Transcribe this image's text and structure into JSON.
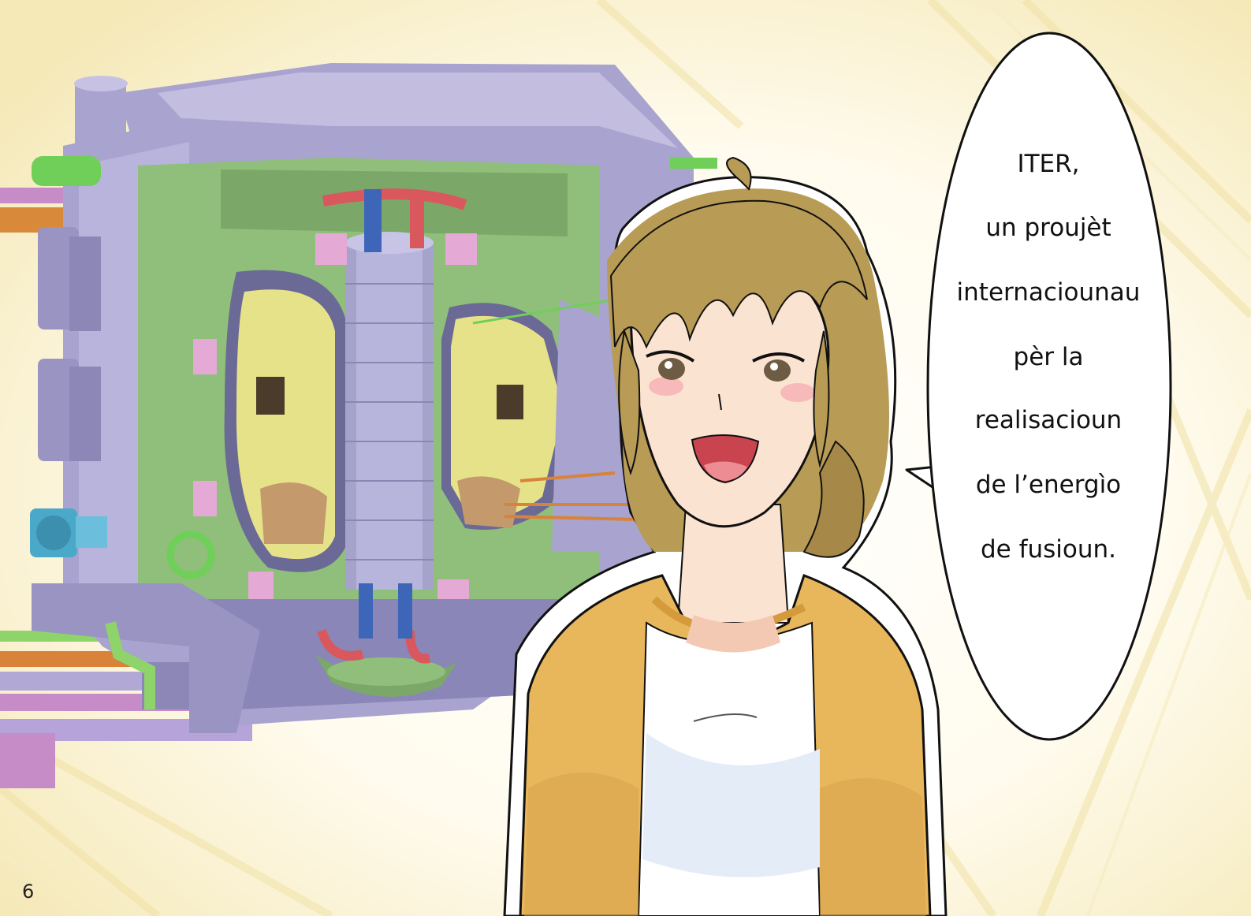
{
  "speech_bubble": {
    "lines": [
      "ITER,",
      "un proujèt",
      "internaciounau",
      "pèr la",
      "realisacioun",
      "de l’energìo",
      "de fusioun."
    ]
  },
  "page_number": "6",
  "colors": {
    "background": "#fbf4dc",
    "machine_lavender": "#a9a3cf",
    "machine_green": "#8fbf7a",
    "chamber_yellow": "#e6e28a",
    "hair": "#b89b55",
    "cardigan": "#e8b75c",
    "skin": "#fbe3d2",
    "shirt": "#ffffff"
  },
  "illustrations": [
    "iter-tokamak-cutaway",
    "girl-character"
  ]
}
